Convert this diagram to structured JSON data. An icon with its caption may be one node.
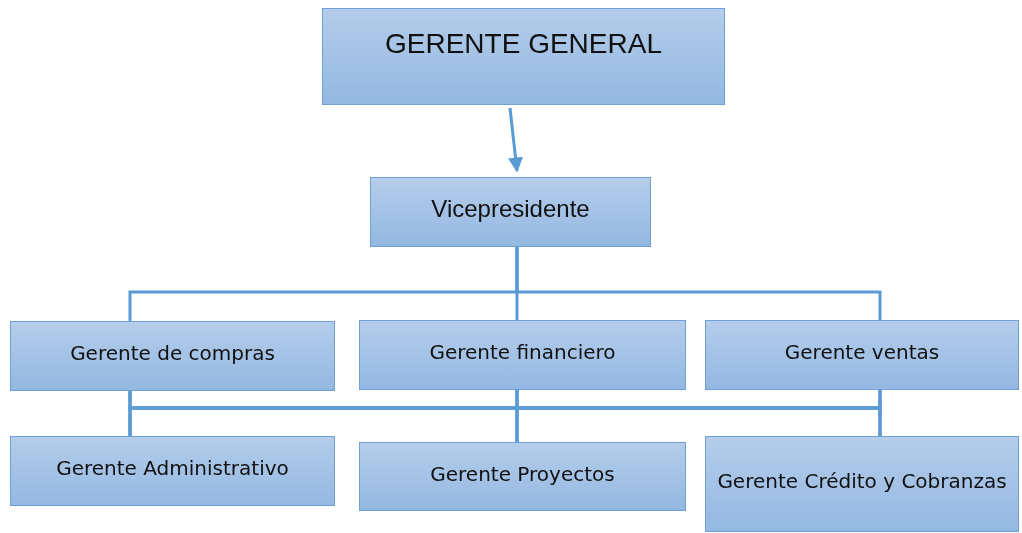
{
  "diagram": {
    "nodes": [
      {
        "text": [
          "GERENTE GENERAL"
        ]
      },
      {
        "text": [
          "Vicepresidente"
        ]
      },
      {
        "text": [
          "Gerente de compras"
        ]
      },
      {
        "text": [
          "Gerente financiero"
        ]
      },
      {
        "text": [
          "Gerente ventas"
        ]
      },
      {
        "text": [
          "Gerente Administrativo"
        ]
      },
      {
        "text": [
          "Gerente Proyectos"
        ]
      },
      {
        "text": [
          "Gerente Crédito y Cobranzas"
        ]
      }
    ],
    "edges": [
      {
        "from": 0,
        "to": 1,
        "arrow": "to"
      },
      {
        "from": 1,
        "to": 2,
        "arrow": "none"
      },
      {
        "from": 1,
        "to": 3,
        "arrow": "none"
      },
      {
        "from": 1,
        "to": 4,
        "arrow": "none"
      },
      {
        "from": 2,
        "to": 5,
        "arrow": "none"
      },
      {
        "from": 2,
        "to": 6,
        "arrow": "none"
      },
      {
        "from": 2,
        "to": 7,
        "arrow": "none"
      },
      {
        "from": 3,
        "to": 5,
        "arrow": "none"
      },
      {
        "from": 3,
        "to": 6,
        "arrow": "none"
      },
      {
        "from": 3,
        "to": 7,
        "arrow": "none"
      },
      {
        "from": 4,
        "to": 5,
        "arrow": "none"
      },
      {
        "from": 4,
        "to": 6,
        "arrow": "none"
      },
      {
        "from": 4,
        "to": 7,
        "arrow": "none"
      }
    ]
  }
}
